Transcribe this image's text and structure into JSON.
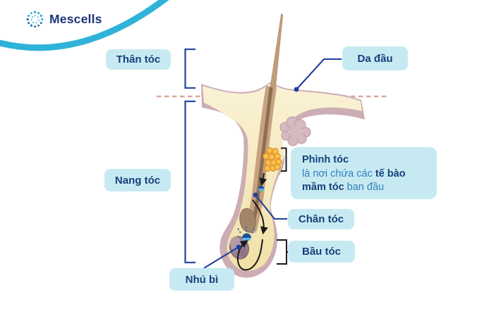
{
  "brand": {
    "name": "Mescells"
  },
  "labels": {
    "than_toc": "Thân tóc",
    "da_dau": "Da đầu",
    "nang_toc": "Nang tóc",
    "chan_toc": "Chân tóc",
    "bau_toc": "Bầu tóc",
    "nhu_bi": "Nhú bì"
  },
  "callout": {
    "title": "Phình tóc",
    "line2_regular": "là nơi chứa các ",
    "line2_bold": "tế bào",
    "line3_bold": "mầm tóc",
    "line3_regular": " ban đầu"
  },
  "colors": {
    "brand_navy": "#1b3575",
    "accent_cyan": "#2fb3d8",
    "label_bg": "#c7eaf2",
    "label_text": "#16407c",
    "body_text_blue": "#2e7fbe",
    "pointer_blue": "#1e3f9e",
    "skin_cream": "#f6e9bd",
    "tissue_mauve": "#ccadb4",
    "bulge_yellow": "#f9c14b",
    "papilla_purple": "#9b8090"
  },
  "icons": {
    "logo": "mescells-logo-icon"
  }
}
